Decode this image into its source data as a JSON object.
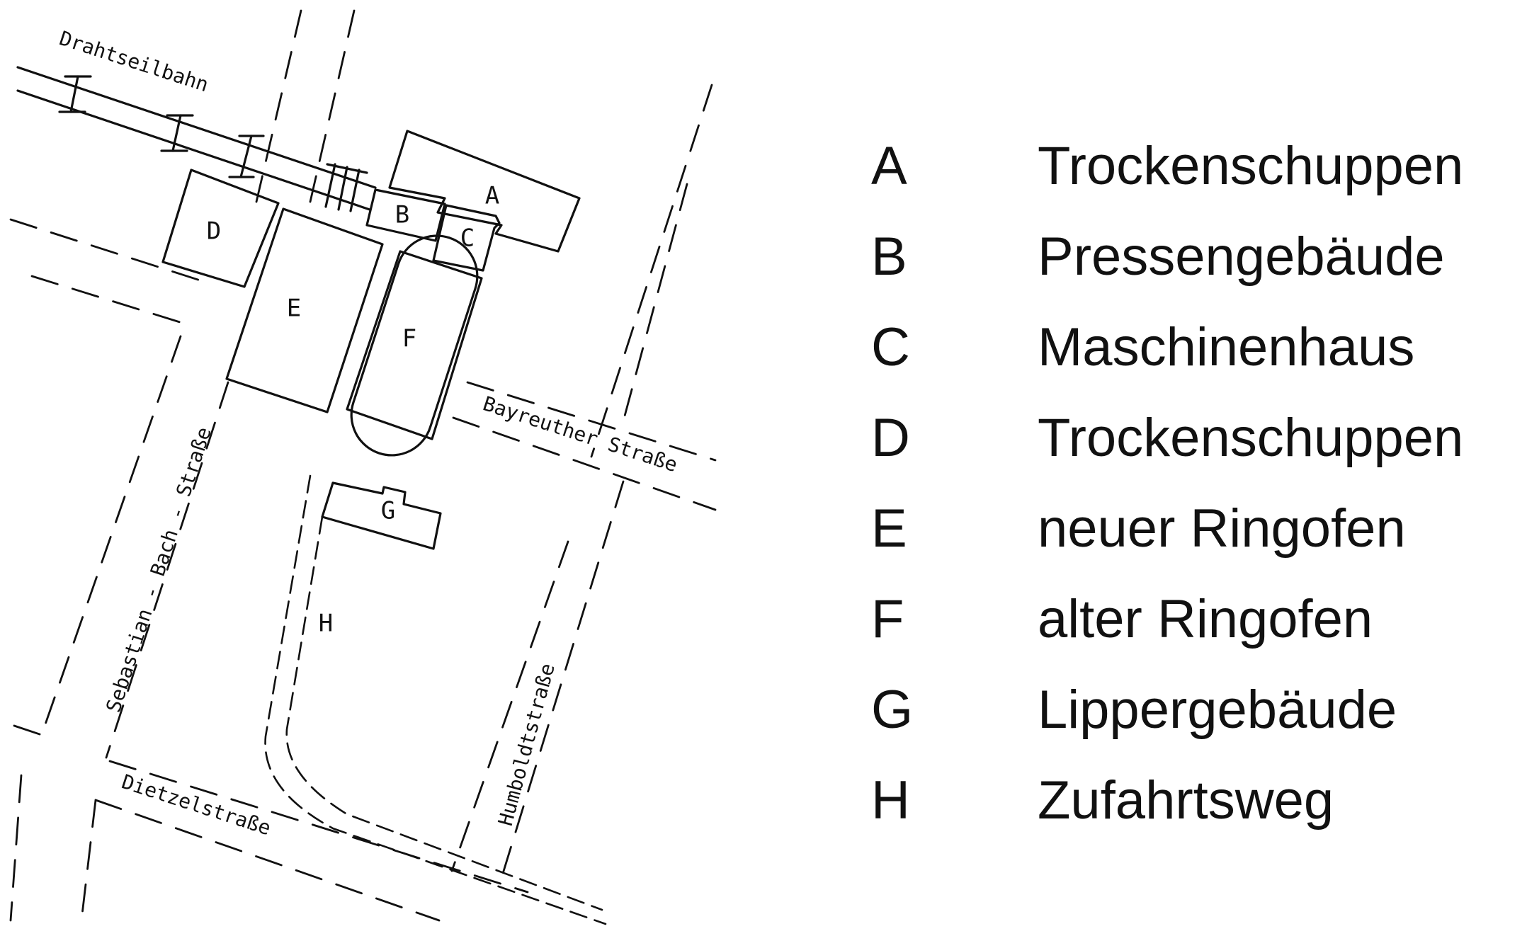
{
  "map": {
    "street_labels": {
      "drahtseilbahn": "Drahtseilbahn",
      "bayreuther": "Bayreuther Straße",
      "sebastian_bach": "Sebastian - Bach - Straße",
      "humboldt": "Humboldtstraße",
      "dietzel": "Dietzelstraße"
    },
    "building_labels": {
      "a": "A",
      "b": "B",
      "c": "C",
      "d": "D",
      "e": "E",
      "f": "F",
      "g": "G",
      "h": "H"
    }
  },
  "legend": {
    "items": [
      {
        "key": "A",
        "label": "Trockenschuppen"
      },
      {
        "key": "B",
        "label": "Pressengebäude"
      },
      {
        "key": "C",
        "label": "Maschinenhaus"
      },
      {
        "key": "D",
        "label": "Trockenschuppen"
      },
      {
        "key": "E",
        "label": "neuer Ringofen"
      },
      {
        "key": "F",
        "label": "alter Ringofen"
      },
      {
        "key": "G",
        "label": "Lippergebäude"
      },
      {
        "key": "H",
        "label": "Zufahrtsweg"
      }
    ]
  }
}
